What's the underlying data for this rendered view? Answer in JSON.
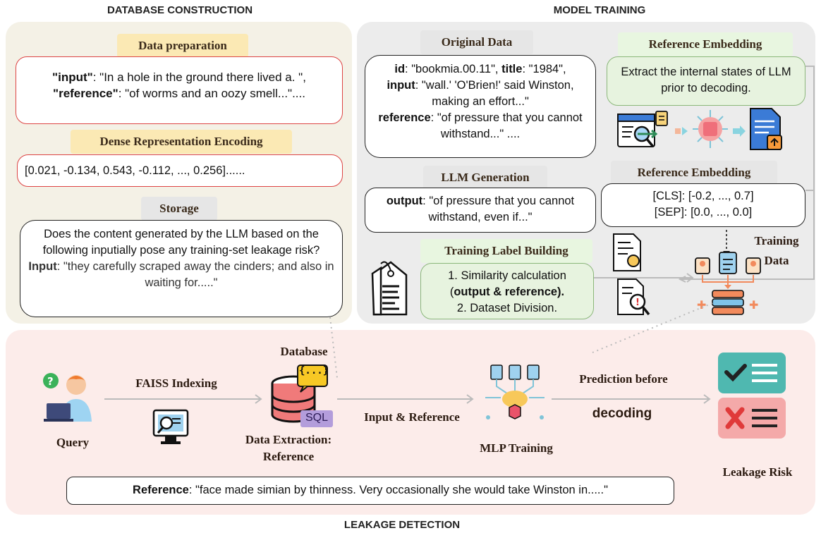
{
  "sections": {
    "db_construction": "DATABASE CONSTRUCTION",
    "model_training": "MODEL TRAINING",
    "leakage_detection": "LEAKAGE DETECTION"
  },
  "db": {
    "data_prep_label": "Data preparation",
    "input_key": "\"input\"",
    "input_val": ": \"In a hole in the ground there lived a. \",",
    "reference_key": "\"reference\"",
    "reference_val": ": \"of worms and an oozy smell...\"....",
    "dense_label": "Dense Representation Encoding",
    "dense_vector": "[0.021, -0.134, 0.543, -0.112, ..., 0.256]......",
    "storage_label": "Storage",
    "storage_question": "Does the content generated by the LLM based on the following inputially pose any training-set leakage risk?",
    "storage_input_key": "Input",
    "storage_input_val": ": \"they carefully scraped away the cinders; and also in waiting for.....\""
  },
  "training": {
    "original_data_label": "Original Data",
    "id_key": "id",
    "id_val": ": \"bookmia.00.11\", ",
    "title_key": "title",
    "title_val": ": \"1984\",",
    "input_key": "input",
    "input_val": ": \"wall.' 'O'Brien!' said Winston, making an effort...\"",
    "reference_key": "reference",
    "reference_val": ": \"of pressure that you cannot withstand...\"  ....",
    "llm_gen_label": "LLM Generation",
    "output_key": "output",
    "output_val": ": \"of pressure that you cannot withstand, even if...\"",
    "ref_embed_label": "Reference Embedding",
    "ref_embed_desc": "Extract the internal states of LLM prior to decoding.",
    "ref_embed_label2": "Reference Embedding",
    "cls_line": "[CLS]: [-0.2, ..., 0.7]",
    "sep_line": "[SEP]: [0.0, ..., 0.0]",
    "label_building": "Training Label Building",
    "step1": "1. Similarity calculation",
    "step1_paren_open": "(",
    "step1_output": "output",
    "step1_amp": " & ",
    "step1_reference": "reference).",
    "step2": "2. Dataset Division.",
    "training_data": "Training Data"
  },
  "detection": {
    "query": "Query",
    "faiss": "FAISS Indexing",
    "database": "Database",
    "json_glyph": "{...}",
    "sql": "SQL",
    "extraction": "Data Extraction: Reference",
    "input_ref": "Input & Reference",
    "mlp": "MLP Training",
    "prediction": "Prediction before",
    "decoding": "decoding",
    "leakage_risk": "Leakage Risk",
    "ref_key": "Reference",
    "ref_val": ": \"face made simian by thinness. Very occasionally she would take Winston in.....\""
  },
  "colors": {
    "db_panel": "#f4f1e6",
    "train_panel": "#ececec",
    "detect_panel": "#fcecea",
    "chip_yellow": "#fbe9b4",
    "chip_gray": "#e6e6e6",
    "chip_green": "#e8f6e0",
    "check_teal": "#4fb8b0",
    "cross_red": "#f4a9a9"
  }
}
